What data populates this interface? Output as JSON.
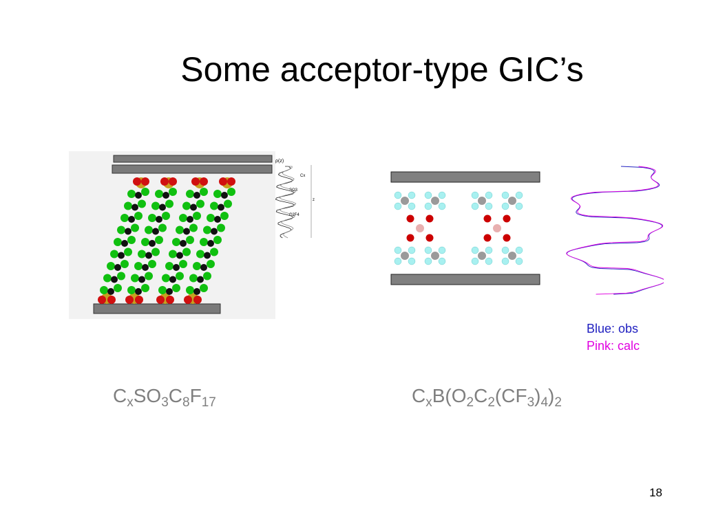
{
  "slide": {
    "title": "Some acceptor-type GIC’s",
    "page_number": "18"
  },
  "left_figure": {
    "profile_labels": {
      "rho": "ρ(z)",
      "cx": "Cx",
      "so3": "SO3",
      "c2f4": "C2F4",
      "z": "z"
    }
  },
  "legend": {
    "blue": "Blue: obs",
    "pink": "Pink: calc",
    "blue_color": "#2020c0",
    "pink_color": "#e000e0"
  },
  "formulas": {
    "left": [
      {
        "t": "C",
        "s": "x"
      },
      {
        "t": "SO",
        "s": "3"
      },
      {
        "t": "C",
        "s": "8"
      },
      {
        "t": "F",
        "s": "17"
      }
    ],
    "right": [
      {
        "t": "C",
        "s": "x"
      },
      {
        "t": "B(O",
        "s": "2"
      },
      {
        "t": "C",
        "s": "2"
      },
      {
        "t": "(CF",
        "s": "3"
      },
      {
        "t": ")",
        "s": "4"
      },
      {
        "t": ")",
        "s": "2"
      }
    ]
  }
}
